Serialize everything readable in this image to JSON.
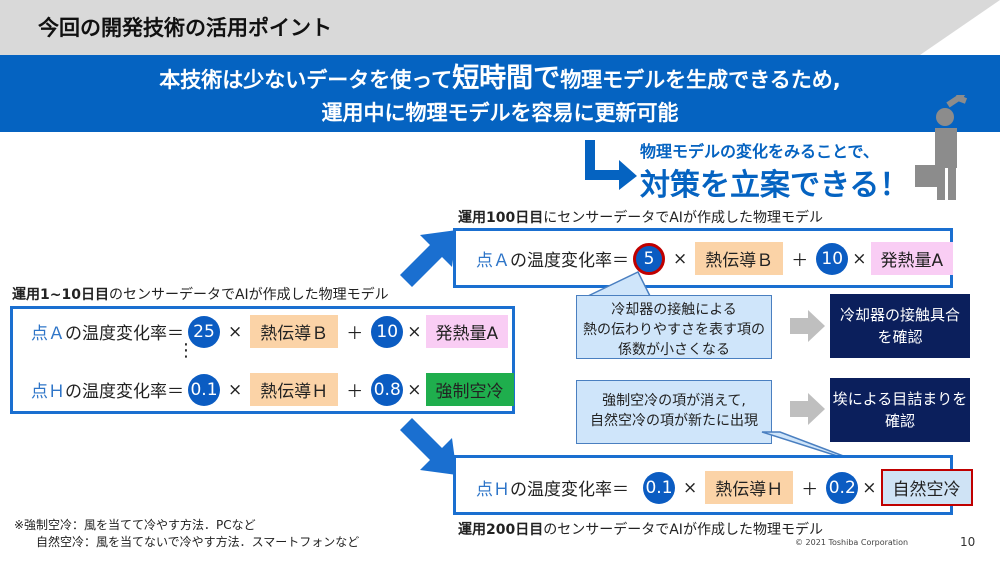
{
  "title": "今回の開発技術の活用ポイント",
  "banner": {
    "line1_a": "本技術は少ないデータを使って",
    "line1_big": "短時間で",
    "line1_b": "物理モデルを生成できるため,",
    "line2": "運用中に物理モデルを容易に更新可能"
  },
  "conclusion": {
    "sub": "物理モデルの変化をみることで、",
    "main": "対策を立案できる！"
  },
  "model_initial": {
    "label_bold": "運用1~10日目",
    "label_rest": "のセンサーデータでAIが作成した物理モデル",
    "eq1": {
      "point": "点Ａ",
      "lhs": "の温度変化率＝",
      "c1": "25",
      "t1": "熱伝導Ｂ",
      "c2": "10",
      "t2": "発熱量A"
    },
    "dots": "⋮",
    "eq2": {
      "point": "点Ｈ",
      "lhs": "の温度変化率＝",
      "c1": "0.1",
      "t1": "熱伝導Ｈ",
      "c2": "0.8",
      "t2": "強制空冷"
    }
  },
  "model_100": {
    "label_bold": "運用100日目",
    "label_rest": "にセンサーデータでAIが作成した物理モデル",
    "eq": {
      "point": "点Ａ",
      "lhs": "の温度変化率＝",
      "c1": "5",
      "t1": "熱伝導Ｂ",
      "c2": "10",
      "t2": "発熱量A"
    }
  },
  "model_200": {
    "label_bold": "運用200日目",
    "label_rest": "のセンサーデータでAIが作成した物理モデル",
    "eq": {
      "point": "点Ｈ",
      "lhs": "の温度変化率＝",
      "c1": "0.1",
      "t1": "熱伝導Ｈ",
      "c2": "0.2",
      "t2": "自然空冷"
    }
  },
  "ops": {
    "times": "×",
    "plus": "＋"
  },
  "callout1": {
    "l1": "冷却器の接触による",
    "l2": "熱の伝わりやすさを表す項の",
    "l3": "係数が小さくなる"
  },
  "action1": {
    "l1": "冷却器の接触具合",
    "l2": "を確認"
  },
  "callout2": {
    "l1": "強制空冷の項が消えて,",
    "l2": "自然空冷の項が新たに出現"
  },
  "action2": {
    "l1": "埃による目詰まりを",
    "l2": "確認"
  },
  "notes": {
    "n1": "※強制空冷：風を当てて冷やす方法．PCなど",
    "n2": "自然空冷：風を当てないで冷やす方法．スマートフォンなど"
  },
  "footer": {
    "copyright": "© 2021 Toshiba Corporation",
    "page": "10"
  }
}
